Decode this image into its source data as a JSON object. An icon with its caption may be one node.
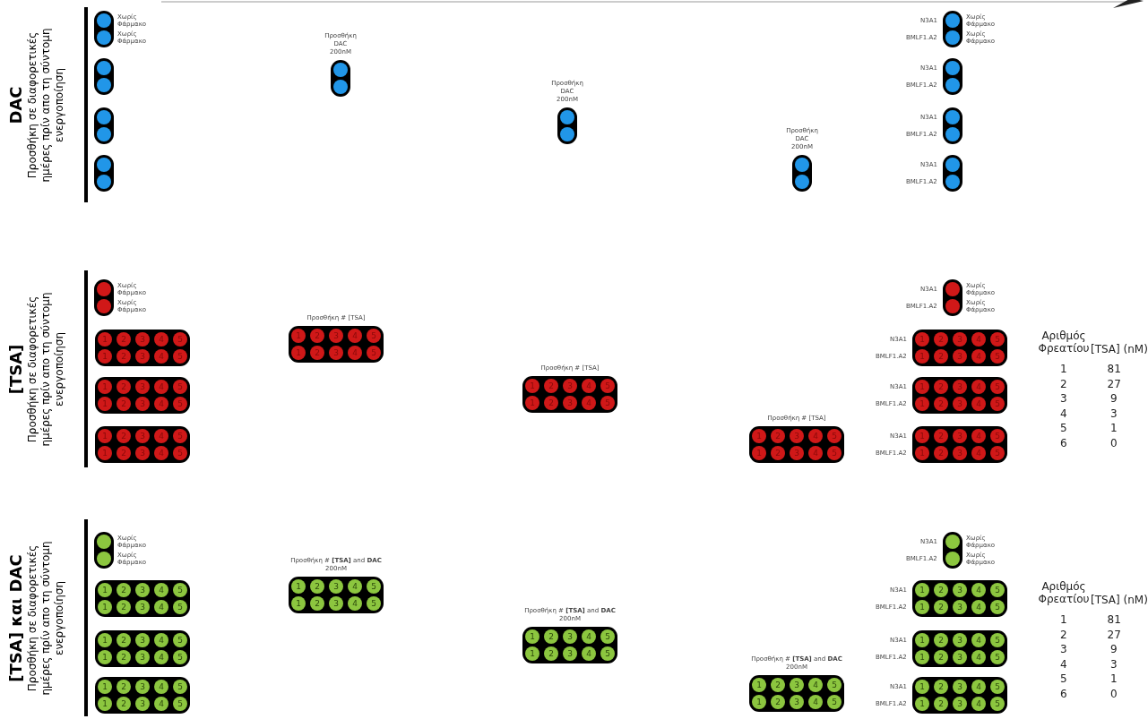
{
  "diagram": {
    "nodes": [
      {
        "text": [],
        "shape": "circle",
        "beside": [
          "Χωρίς Φάρμακο",
          "Χωρίς Φάρμακο"
        ]
      },
      {
        "text": [],
        "shape": "circle"
      },
      {
        "text": [],
        "shape": "circle"
      },
      {
        "text": [],
        "shape": "circle"
      },
      {
        "text": [],
        "shape": "circle",
        "beside": [
          "Προσθήκη DAC 200nM"
        ]
      },
      {
        "text": [],
        "shape": "circle",
        "beside": [
          "Προσθήκη DAC 200nM"
        ]
      },
      {
        "text": [],
        "shape": "circle",
        "beside": [
          "Προσθήκη DAC 200nM"
        ]
      },
      {
        "text": [],
        "shape": "circle",
        "beside": [
          "N3A1",
          "BMLF1.A2",
          "Χωρίς Φάρμακο",
          "Χωρίς Φάρμακο"
        ]
      },
      {
        "text": [],
        "shape": "circle",
        "beside": [
          "N3A1",
          "BMLF1.A2"
        ]
      },
      {
        "text": [],
        "shape": "circle",
        "beside": [
          "N3A1",
          "BMLF1.A2"
        ]
      },
      {
        "text": [],
        "shape": "circle",
        "beside": [
          "N3A1",
          "BMLF1.A2"
        ]
      },
      {
        "text": [],
        "shape": "circle",
        "beside": [
          "Χωρίς Φάρμακο",
          "Χωρίς Φάρμακο"
        ]
      },
      {
        "text": [
          "1",
          "2",
          "3",
          "4",
          "5",
          "1",
          "2",
          "3",
          "4",
          "5"
        ]
      },
      {
        "text": [
          "1",
          "2",
          "3",
          "4",
          "5",
          "1",
          "2",
          "3",
          "4",
          "5"
        ]
      },
      {
        "text": [
          "1",
          "2",
          "3",
          "4",
          "5",
          "1",
          "2",
          "3",
          "4",
          "5"
        ]
      },
      {
        "text": [
          "1",
          "2",
          "3",
          "4",
          "5",
          "1",
          "2",
          "3",
          "4",
          "5"
        ],
        "beside": [
          "Προσθήκη # [TSA]"
        ]
      },
      {
        "text": [
          "1",
          "2",
          "3",
          "4",
          "5",
          "1",
          "2",
          "3",
          "4",
          "5"
        ],
        "beside": [
          "Προσθήκη # [TSA]"
        ]
      },
      {
        "text": [
          "1",
          "2",
          "3",
          "4",
          "5",
          "1",
          "2",
          "3",
          "4",
          "5"
        ],
        "beside": [
          "Προσθήκη # [TSA]"
        ]
      },
      {
        "text": [],
        "shape": "circle",
        "beside": [
          "N3A1",
          "BMLF1.A2",
          "Χωρίς Φάρμακο",
          "Χωρίς Φάρμακο"
        ]
      },
      {
        "text": [
          "1",
          "2",
          "3",
          "4",
          "5",
          "1",
          "2",
          "3",
          "4",
          "5"
        ],
        "beside": [
          "N3A1",
          "BMLF1.A2"
        ]
      },
      {
        "text": [
          "1",
          "2",
          "3",
          "4",
          "5",
          "1",
          "2",
          "3",
          "4",
          "5"
        ],
        "beside": [
          "N3A1",
          "BMLF1.A2"
        ]
      },
      {
        "text": [
          "1",
          "2",
          "3",
          "4",
          "5",
          "1",
          "2",
          "3",
          "4",
          "5"
        ],
        "beside": [
          "N3A1",
          "BMLF1.A2"
        ]
      },
      {
        "text": [],
        "shape": "circle",
        "beside": [
          "Χωρίς Φάρμακο",
          "Χωρίς Φάρμακο"
        ]
      },
      {
        "text": [
          "1",
          "2",
          "3",
          "4",
          "5",
          "1",
          "2",
          "3",
          "4",
          "5"
        ]
      },
      {
        "text": [
          "1",
          "2",
          "3",
          "4",
          "5",
          "1",
          "2",
          "3",
          "4",
          "5"
        ]
      },
      {
        "text": [
          "1",
          "2",
          "3",
          "4",
          "5",
          "1",
          "2",
          "3",
          "4",
          "5"
        ]
      },
      {
        "text": [
          "1",
          "2",
          "3",
          "4",
          "5",
          "1",
          "2",
          "3",
          "4",
          "5"
        ],
        "beside": [
          "Προσθήκη # **[TSA]** and **DAC** 200nM"
        ]
      },
      {
        "text": [
          "1",
          "2",
          "3",
          "4",
          "5",
          "1",
          "2",
          "3",
          "4",
          "5"
        ],
        "beside": [
          "Προσθήκη # **[TSA]** and **DAC** 200nM"
        ]
      },
      {
        "text": [
          "1",
          "2",
          "3",
          "4",
          "5",
          "1",
          "2",
          "3",
          "4",
          "5"
        ],
        "beside": [
          "Προσθήκη # **[TSA]** and **DAC** 200nM"
        ]
      },
      {
        "text": [],
        "shape": "circle",
        "beside": [
          "N3A1",
          "BMLF1.A2",
          "Χωρίς Φάρμακο",
          "Χωρίς Φάρμακο"
        ]
      },
      {
        "text": [
          "1",
          "2",
          "3",
          "4",
          "5",
          "1",
          "2",
          "3",
          "4",
          "5"
        ],
        "beside": [
          "N3A1",
          "BMLF1.A2"
        ]
      },
      {
        "text": [
          "1",
          "2",
          "3",
          "4",
          "5",
          "1",
          "2",
          "3",
          "4",
          "5"
        ],
        "beside": [
          "N3A1",
          "BMLF1.A2"
        ]
      },
      {
        "text": [
          "1",
          "2",
          "3",
          "4",
          "5",
          "1",
          "2",
          "3",
          "4",
          "5"
        ],
        "beside": [
          "N3A1",
          "BMLF1.A2"
        ]
      }
    ],
    "labels": [
      "DAC",
      "Προσθήκη σε διαφορετικές ημέρες πρίν απο τη σύντομη ενεργοποίηση",
      "[TSA]",
      "Προσθήκη σε διαφορετικές ημέρες πρίν απο τη σύντομη ενεργοποίηση",
      "[TSA] και DAC",
      "Προσθήκη σε διαφορετικές ημέρες πρίν απο τη σύντομη ενεργοποίηση",
      "Αριθμός Φρεατίου",
      "[TSA] (nM)",
      "1",
      "81",
      "2",
      "27",
      "3",
      "9",
      "4",
      "3",
      "5",
      "1",
      "6",
      "0",
      "Αριθμός Φρεατίου",
      "[TSA] (nM)",
      "1",
      "81",
      "2",
      "27",
      "3",
      "9",
      "4",
      "3",
      "5",
      "1",
      "6",
      "0"
    ]
  }
}
